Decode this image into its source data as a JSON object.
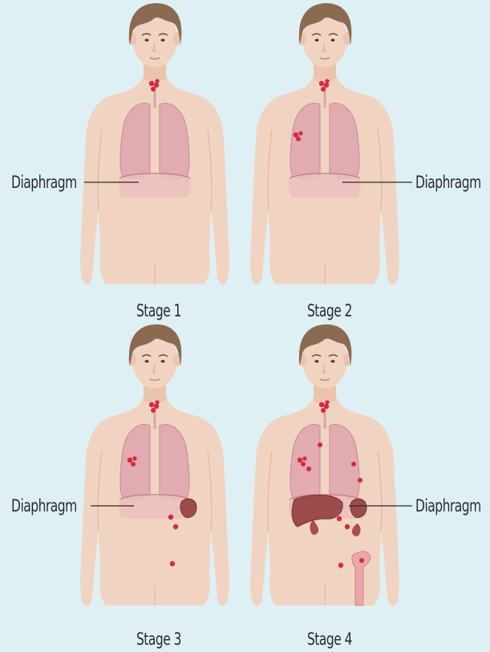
{
  "figures": [
    {
      "caption": "Stage 1",
      "label": "Diaphragm"
    },
    {
      "caption": "Stage 2",
      "label": "Diaphragm"
    },
    {
      "caption": "Stage 3",
      "label": "Diaphragm"
    },
    {
      "caption": "Stage 4",
      "label": "Diaphragm"
    }
  ],
  "colors": {
    "background": "#dff0f5",
    "skin": "#f1d3c2",
    "skin_shadow": "#e6bfab",
    "hair": "#8b6a52",
    "lung": "#e2aab1",
    "lung_outline": "#c88c94",
    "tumor": "#d9283f",
    "liver": "#9c4a4a",
    "label_line": "#2b2b2b"
  }
}
